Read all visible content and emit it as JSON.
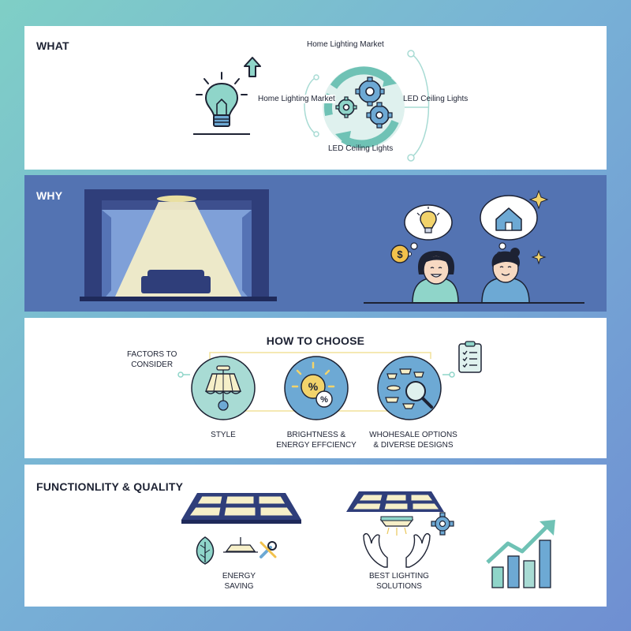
{
  "what": {
    "heading": "WHAT",
    "labels": {
      "top": "Home Lighting Market",
      "left": "Home Lighting Market",
      "right": "LED Ceiling Lights",
      "bottom": "LED Ceiling Lights"
    }
  },
  "why": {
    "heading": "WHY"
  },
  "how": {
    "heading": "HOW TO CHOOSE",
    "factors_label": "FACTORS TO\nCONSIDER",
    "options": [
      {
        "label": "STYLE"
      },
      {
        "label": "BRIGHTNESS &\nENERGY EFFCIENCY"
      },
      {
        "label": "WHOHESALE OPTIONS\n& DIVERSE DESIGNS"
      }
    ]
  },
  "func": {
    "heading": "FUNCTIONLITY & QUALITY",
    "items": [
      {
        "label": "ENERGY\nSAVING"
      },
      {
        "label": "BEST LIGHTING\nSOLUTIONS"
      }
    ]
  },
  "colors": {
    "teal": "#7fcfc6",
    "navy": "#2f3e7a",
    "blue_panel": "#5373b2",
    "cream": "#f6efc8"
  },
  "icons": [
    "light-bulb-icon",
    "up-arrow-icon",
    "gears-icon",
    "room-ceiling-light-icon",
    "dollar-icon",
    "house-icon",
    "sparkle-icon",
    "chandelier-icon",
    "percent-icon",
    "magnifier-icon",
    "checklist-icon",
    "led-panel-icon",
    "leaf-icon",
    "pendant-lamp-icon",
    "tools-icon",
    "hands-icon",
    "gear-icon",
    "growth-chart-icon"
  ]
}
